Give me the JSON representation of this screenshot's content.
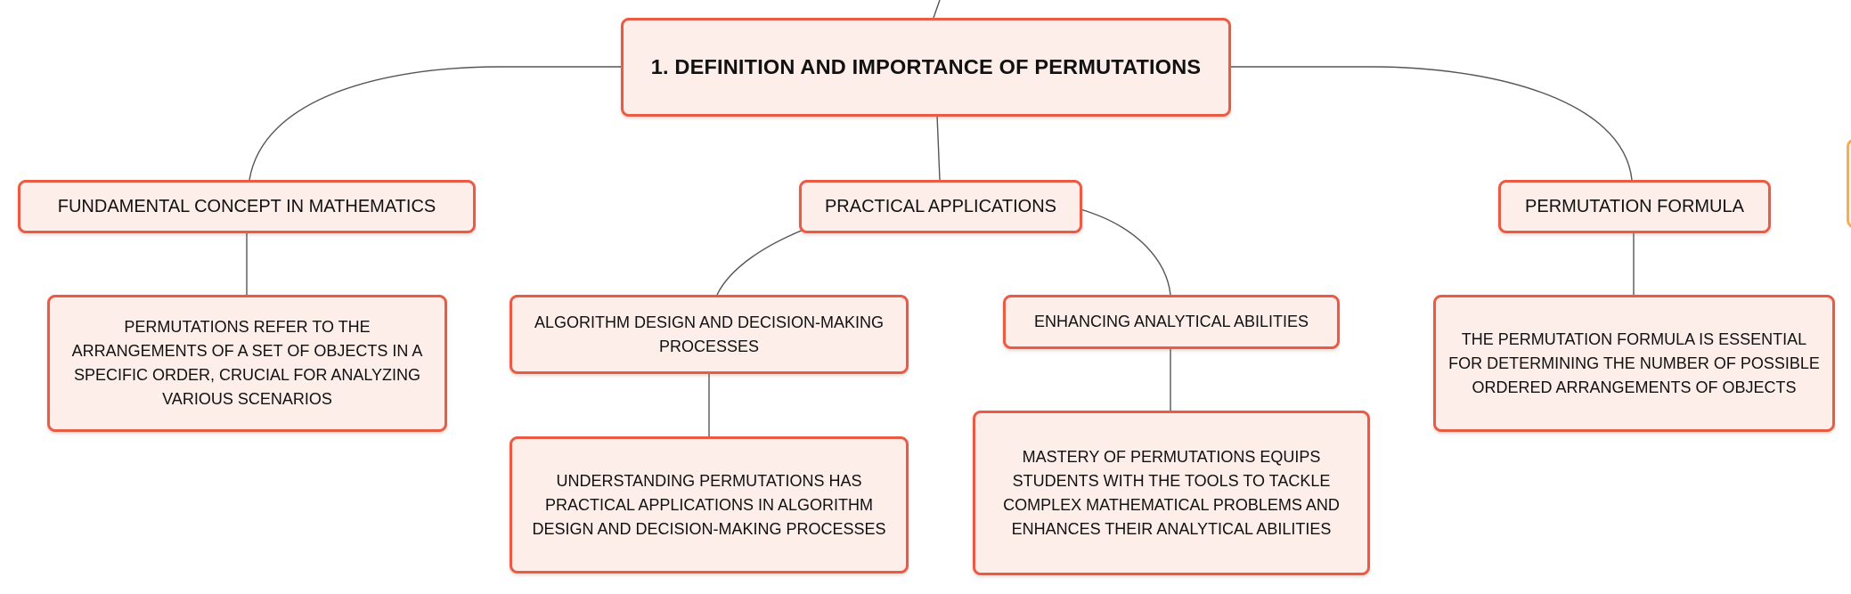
{
  "mindmap": {
    "root": {
      "label": "1. DEFINITION AND IMPORTANCE OF PERMUTATIONS"
    },
    "branches": [
      {
        "label": "FUNDAMENTAL CONCEPT IN MATHEMATICS",
        "children": [
          {
            "label": "PERMUTATIONS REFER TO THE ARRANGEMENTS OF A SET OF OBJECTS IN A SPECIFIC ORDER, CRUCIAL FOR ANALYZING VARIOUS SCENARIOS"
          }
        ]
      },
      {
        "label": "PRACTICAL APPLICATIONS",
        "children": [
          {
            "label": "ALGORITHM DESIGN AND DECISION-MAKING PROCESSES",
            "children": [
              {
                "label": "UNDERSTANDING PERMUTATIONS HAS PRACTICAL APPLICATIONS IN ALGORITHM DESIGN AND DECISION-MAKING PROCESSES"
              }
            ]
          },
          {
            "label": "ENHANCING ANALYTICAL ABILITIES",
            "children": [
              {
                "label": "MASTERY OF PERMUTATIONS EQUIPS STUDENTS WITH THE TOOLS TO TACKLE COMPLEX MATHEMATICAL PROBLEMS AND ENHANCES THEIR ANALYTICAL ABILITIES"
              }
            ]
          }
        ]
      },
      {
        "label": "PERMUTATION FORMULA",
        "children": [
          {
            "label": "THE PERMUTATION FORMULA IS ESSENTIAL FOR DETERMINING THE NUMBER OF POSSIBLE ORDERED ARRANGEMENTS OF OBJECTS"
          }
        ]
      }
    ]
  },
  "colors": {
    "node_border": "#ea5b45",
    "node_fill": "#fdeeea",
    "connector": "#555555",
    "side_tab_border": "#f5b04a"
  }
}
